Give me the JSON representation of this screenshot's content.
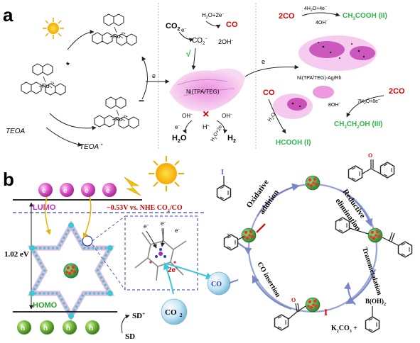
{
  "panel_a": {
    "label": "a",
    "ru": "Ru",
    "ru_charge": "2+",
    "excited_star": "*",
    "teoa": "TEOA",
    "teoa_ox": "TEOA",
    "teoa_ox_sup": "·+",
    "minus_sign": "−",
    "e_minus_1": "e",
    "co2": "CO",
    "co2_sub": "2",
    "e_small": "e",
    "co2_anion": "CO",
    "co2_anion_sub": "2",
    "co2_anion_sup": "−",
    "h2o_2e_top": "H",
    "h2o_2e_top_rest": "O+2e",
    "co_top": "CO",
    "two_oh": "2OH",
    "check_mark": "√",
    "ni_center": "Ni(TPA/TEG)",
    "cross_mark": "×",
    "oh_left": "OH",
    "h_plus": "H",
    "oh_right": "OH",
    "e_lower_left": "e",
    "h2o_2e_lower": "H",
    "h2o_2e_lower_rest": "O+2e",
    "h2o_product": "H",
    "h2o_product_rest": "O",
    "h2_product": "H",
    "h2_product_sub": "2",
    "e_minus_2": "e",
    "two_co_top": "2CO",
    "four_h2o": "4H",
    "four_h2o_rest": "O+4e",
    "four_oh": "4OH",
    "ch3cooh": "CH",
    "ch3cooh_rest": "COOH (II)",
    "ni_ag_rh": "Ni(TPA/TEG)-Ag/Rh",
    "two_co_right": "2CO",
    "seven_h2o": "7H",
    "seven_h2o_rest": "O+8e",
    "eight_oh": "8OH",
    "ch3ch2oh": "CH",
    "ch3ch2oh_mid": "CH",
    "ch3ch2oh_rest": "OH (III)",
    "co_left": "CO",
    "h2o_small": "H",
    "h2o_small_rest": "O",
    "hcooh": "HCOOH (I)"
  },
  "panel_b": {
    "label": "b",
    "electron": "e",
    "electron_sup": "−",
    "hole": "h",
    "hole_sup": "+",
    "lumo": "LUMO",
    "homo": "HOMO",
    "potential": "−0.53V vs. NHE CO",
    "potential_sub": "2",
    "potential_end": "/CO",
    "gap": "1.02 eV",
    "sd_plus": "SD",
    "sd_plus_sup": "+",
    "sd": "SD",
    "inset_e1": "e",
    "inset_e2": "e",
    "inset_e3": "e",
    "inset_2e": "2e",
    "co2_bubble": "CO",
    "co2_bubble_sub": "2",
    "co_bubble": "CO",
    "iodo": "I",
    "step_oxidative": "Oxidative",
    "step_addition": "addition",
    "step_reductive": "Reductive",
    "step_elimination": "elimination",
    "step_trans": "Transmetalation",
    "step_co_insertion": "CO insertion",
    "acyl_i": "I",
    "boronic": "B(OH)",
    "boronic_sub": "2",
    "k2co3": "K",
    "k2co3_sub1": "2",
    "k2co3_mid": "CO",
    "k2co3_sub2": "3",
    "k2co3_plus": "+",
    "carbonyl_o": "O",
    "acyl_o": "O"
  }
}
